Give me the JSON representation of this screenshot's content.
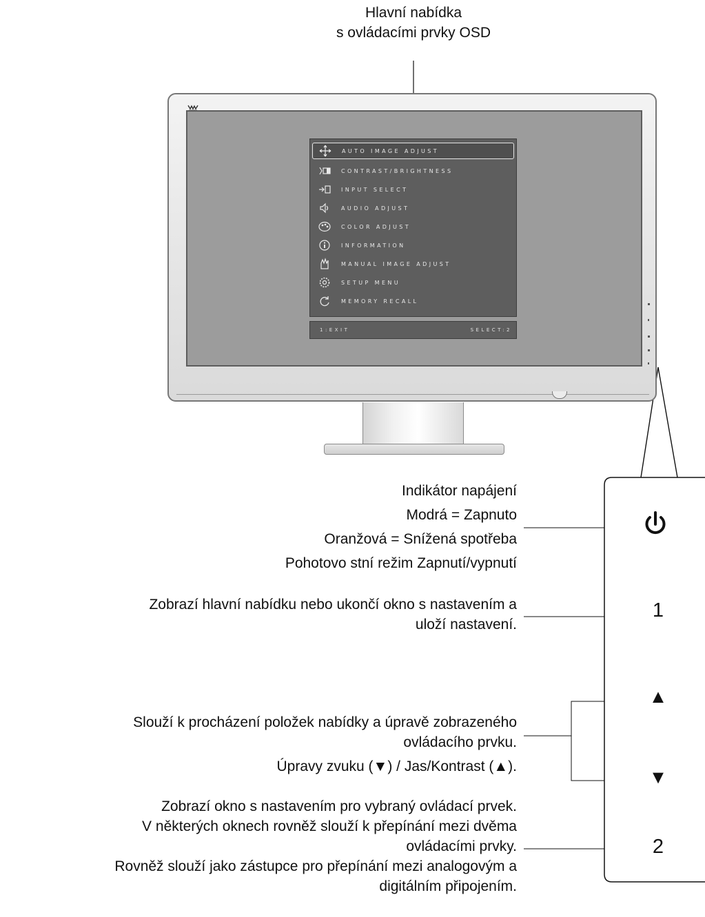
{
  "top_caption": {
    "line1": "Hlavní nabídka",
    "line2": "s ovládacími prvky OSD"
  },
  "osd": {
    "items": [
      {
        "label": "AUTO IMAGE ADJUST",
        "icon": "auto-adjust-icon",
        "selected": true
      },
      {
        "label": "CONTRAST/BRIGHTNESS",
        "icon": "contrast-brightness-icon",
        "selected": false
      },
      {
        "label": "INPUT SELECT",
        "icon": "input-select-icon",
        "selected": false
      },
      {
        "label": "AUDIO ADJUST",
        "icon": "audio-adjust-icon",
        "selected": false
      },
      {
        "label": "COLOR ADJUST",
        "icon": "color-adjust-icon",
        "selected": false
      },
      {
        "label": "INFORMATION",
        "icon": "information-icon",
        "selected": false
      },
      {
        "label": "MANUAL IMAGE ADJUST",
        "icon": "manual-image-adjust-icon",
        "selected": false
      },
      {
        "label": "SETUP MENU",
        "icon": "setup-menu-icon",
        "selected": false
      },
      {
        "label": "MEMORY RECALL",
        "icon": "memory-recall-icon",
        "selected": false
      }
    ],
    "footer_left": "1:EXIT",
    "footer_right": "SELECT:2"
  },
  "controls": {
    "power_icon": "power-icon",
    "button1": "1",
    "up_glyph": "▲",
    "down_glyph": "▼",
    "button2": "2"
  },
  "descriptions": {
    "power": {
      "line1": "Indikátor napájení",
      "line2": "Modrá = Zapnuto",
      "line3": "Oranžová = Snížená spotřeba",
      "line4": "Pohotovo stní režim Zapnutí/vypnutí"
    },
    "button1": {
      "line1": "Zobrazí hlavní nabídku nebo ukončí okno s nastavením a",
      "line2": "uloží nastavení."
    },
    "arrows": {
      "line1": "Slouží k procházení položek nabídky a úpravě zobrazeného",
      "line2": "ovládacího prvku.",
      "line3": "Úpravy zvuku (▼) / Jas/Kontrast  (▲)."
    },
    "button2": {
      "line1": "Zobrazí okno s nastavením pro vybraný ovládací prvek.",
      "line2": "V některých oknech rovněž slouží k přepínání mezi dvěma",
      "line3": "ovládacími prvky.",
      "line4": "Rovněž slouží jako zástupce pro přepínání mezi analogovým a",
      "line5": "digitálním připojením."
    }
  },
  "colors": {
    "screen": "#9c9c9c",
    "osd_background": "#5e5e5e",
    "osd_text": "#e8e8e8",
    "outline": "#111111"
  }
}
